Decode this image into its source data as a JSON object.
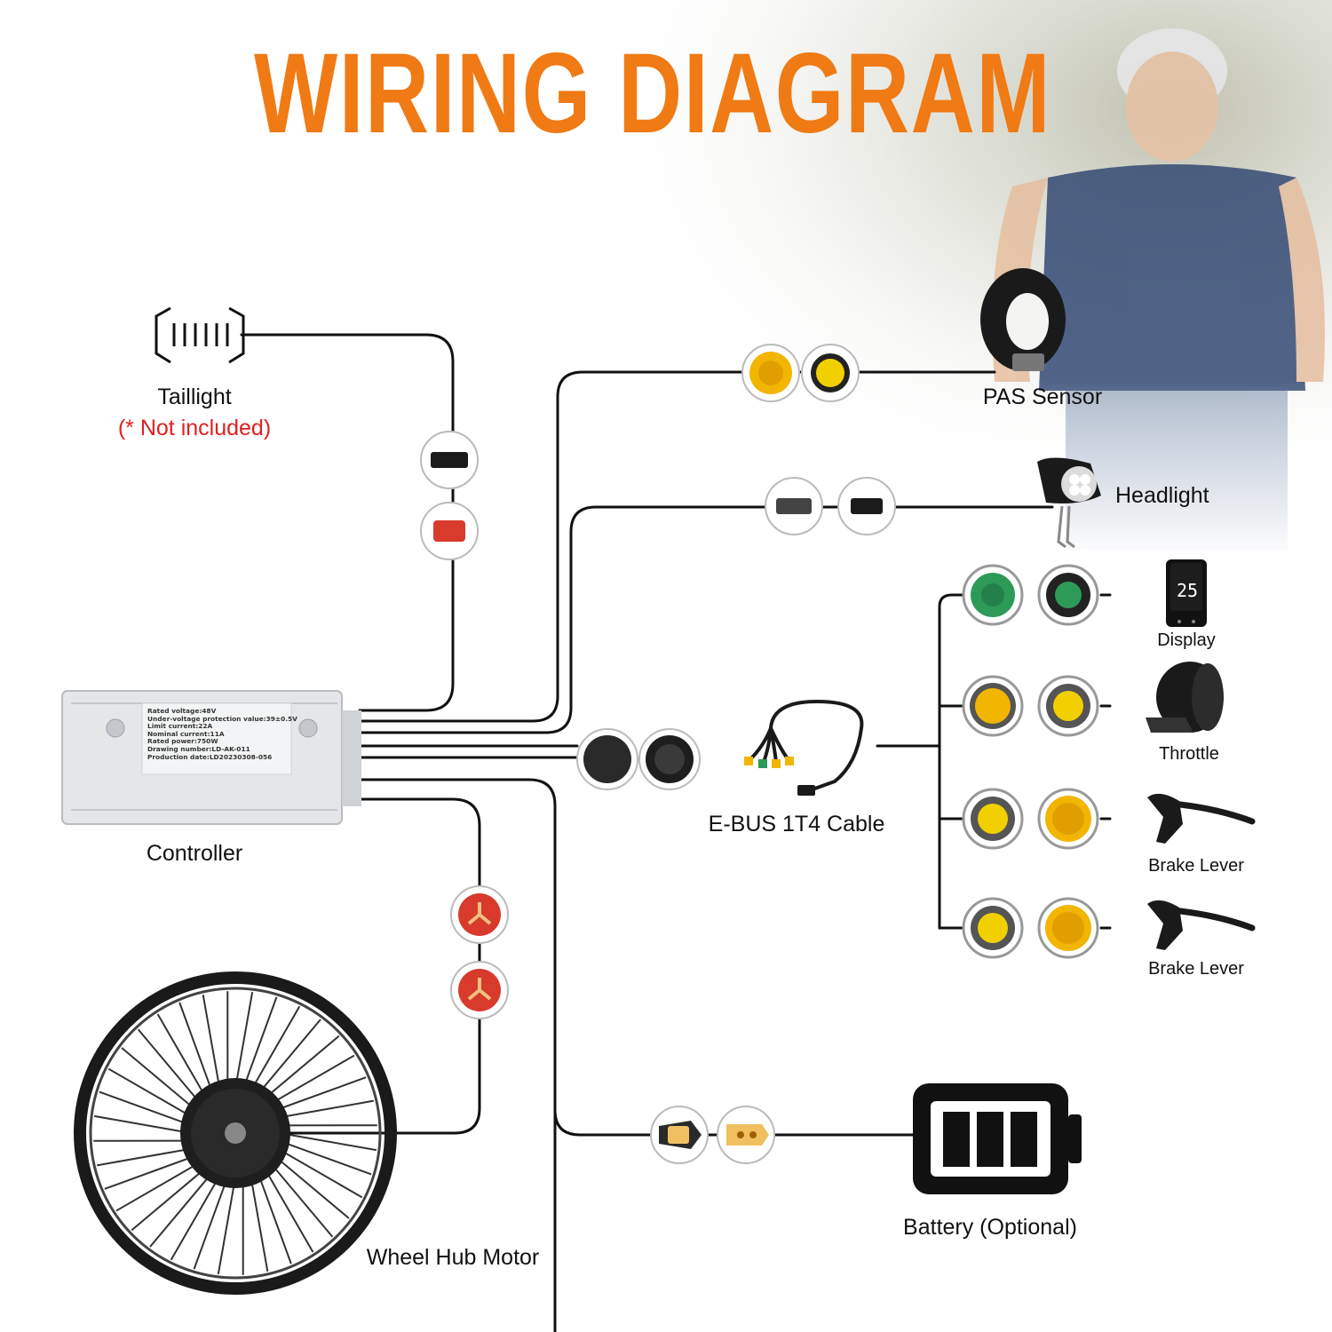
{
  "title": "WIRING DIAGRAM",
  "colors": {
    "title": "#f07a14",
    "note": "#e02020",
    "wire": "#111111",
    "yellow_connector": "#f2b500",
    "green_connector": "#2e9a58",
    "red_connector": "#d83a2c",
    "controller_body": "#e4e6e8"
  },
  "components": {
    "taillight": {
      "label": "Taillight",
      "note": "(* Not included)",
      "icon": "taillight-icon"
    },
    "pas_sensor": {
      "label": "PAS Sensor",
      "icon": "pas-sensor-icon"
    },
    "headlight": {
      "label": "Headlight",
      "icon": "headlight-icon"
    },
    "display": {
      "label": "Display",
      "icon": "display-icon",
      "screen_reading": "25"
    },
    "throttle": {
      "label": "Throttle",
      "icon": "throttle-icon"
    },
    "brake_lever_1": {
      "label": "Brake Lever",
      "icon": "brake-lever-icon"
    },
    "brake_lever_2": {
      "label": "Brake Lever",
      "icon": "brake-lever-icon"
    },
    "ebus_cable": {
      "label": "E-BUS 1T4 Cable",
      "icon": "ebus-cable-icon"
    },
    "controller": {
      "label": "Controller",
      "icon": "controller-icon",
      "specs": [
        "Rated voltage:48V",
        "Under-voltage protection value:39±0.5V",
        "Limit current:22A",
        "Nominal current:11A",
        "Rated power:750W",
        "Drawing number:LD-AK-011",
        "Production date:LD20230308-056"
      ]
    },
    "wheel_hub_motor": {
      "label": "Wheel Hub Motor",
      "icon": "wheel-hub-motor-icon"
    },
    "battery": {
      "label": "Battery (Optional)",
      "icon": "battery-icon"
    }
  }
}
